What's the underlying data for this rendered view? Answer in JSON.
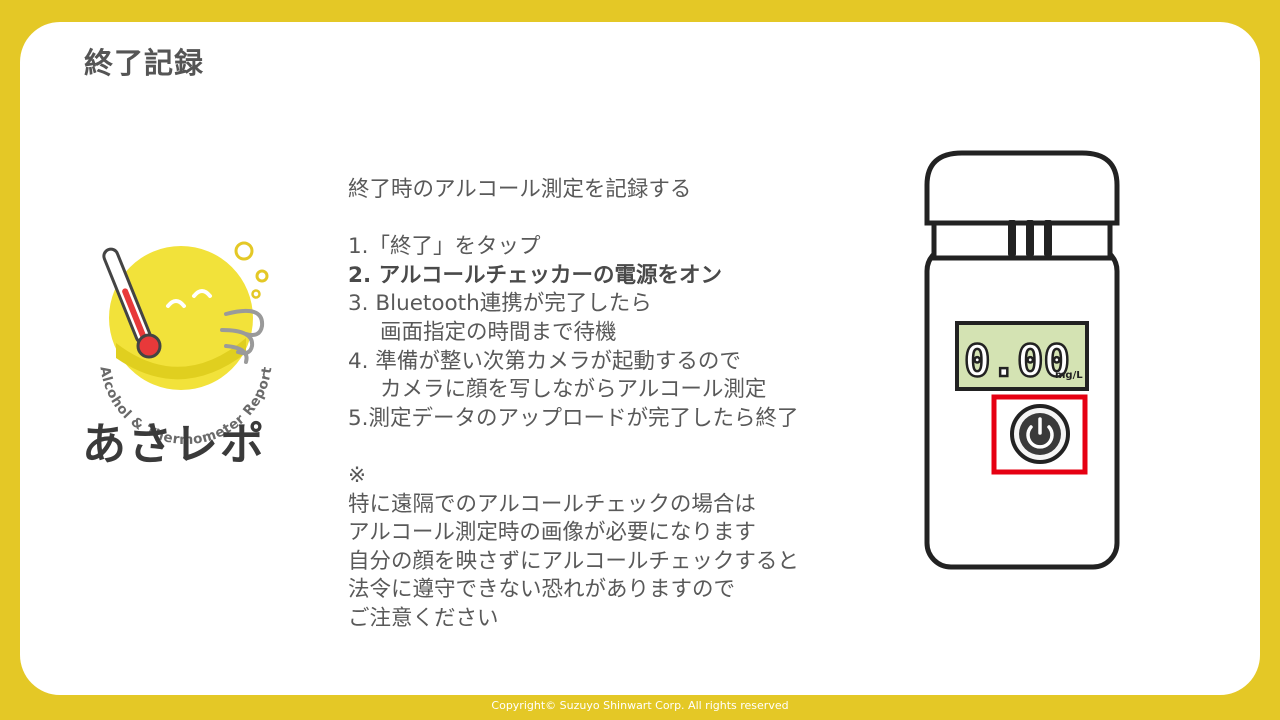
{
  "slide": {
    "title": "終了記録",
    "brand_name": "あさレポ",
    "logo_ring_text": "Alcohol & Thermometer Report"
  },
  "content": {
    "intro": "終了時のアルコール測定を記録する",
    "steps": [
      "1.「終了」をタップ",
      "2. アルコールチェッカーの電源をオン",
      "3. Bluetooth連携が完了したら",
      "画面指定の時間まで待機",
      "4. 準備が整い次第カメラが起動するので",
      "カメラに顔を写しながらアルコール測定",
      "5.測定データのアップロードが完了したら終了"
    ],
    "note_mark": "※",
    "note_lines": [
      "特に遠隔でのアルコールチェックの場合は",
      "アルコール測定時の画像が必要になります",
      "自分の顔を映さずにアルコールチェックすると",
      "法令に遵守できない恐れがありますので",
      "ご注意ください"
    ]
  },
  "device": {
    "reading": "0.00",
    "unit": "mg/L",
    "power_icon": "power-icon",
    "highlight_color": "#E60012"
  },
  "footer": {
    "copyright": "Copyright© Suzuyo Shinwart Corp. All rights reserved"
  },
  "colors": {
    "frame": "#E4C826",
    "logo_yellow": "#F2E23A",
    "text": "#595959"
  }
}
